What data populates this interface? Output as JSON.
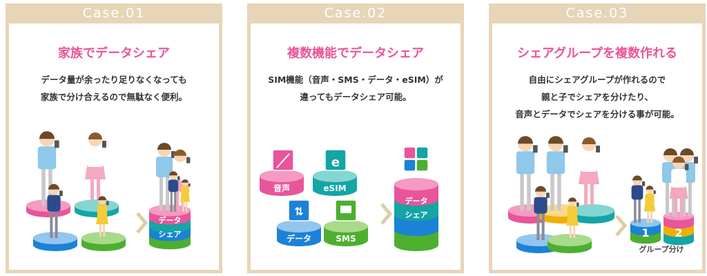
{
  "cases": [
    {
      "header": "Case.01",
      "title": "家族でデータシェア",
      "lines": [
        "データ量が余ったり足りなくなっても",
        "家族で分け合えるので無駄なく便利。"
      ],
      "stack_labels": [
        "データ",
        "シェア"
      ]
    },
    {
      "header": "Case.02",
      "title": "複数機能でデータシェア",
      "lines": [
        "SIM機能（音声・SMS・データ・eSIM）が",
        "違ってもデータシェア可能。"
      ],
      "discs": [
        "音声",
        "eSIM",
        "データ",
        "SMS"
      ],
      "stack_labels": [
        "データ",
        "シェア"
      ]
    },
    {
      "header": "Case.03",
      "title": "シェアグループを複数作れる",
      "lines": [
        "自由にシェアグループが作れるので",
        "親と子でシェアを分けたり、",
        "音声とデータでシェアを分ける事が可能。"
      ],
      "group_numbers": [
        "1",
        "2"
      ],
      "group_label": "グループ分け"
    }
  ],
  "colors": {
    "accent": "#e8559a",
    "frame": "#e7d5b7"
  }
}
